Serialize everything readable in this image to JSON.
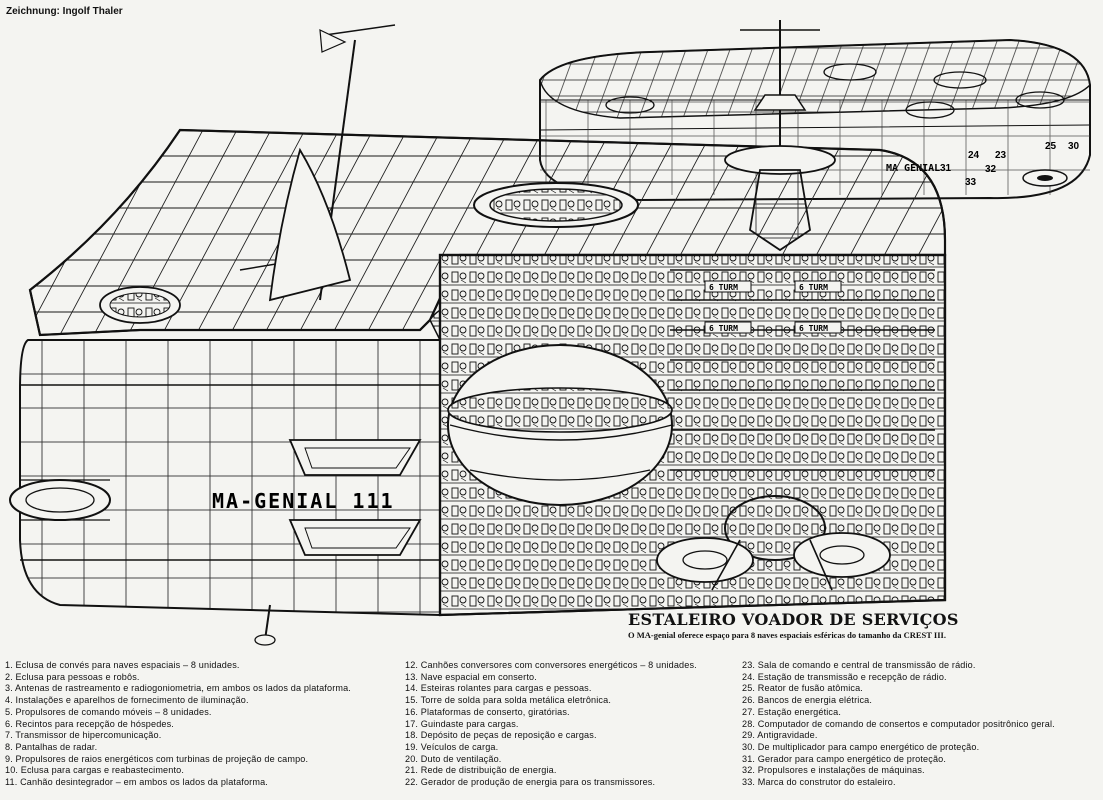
{
  "credit": "Zeichnung: Ingolf Thaler",
  "title": "ESTALEIRO VOADOR DE SERVIÇOS",
  "subtitle": "O MA-genial oferece espaço para 8 naves espaciais esféricas do tamanho da CREST III.",
  "hull_marking": "MA-GENIAL 111",
  "rear_marking": "MA GENIAL",
  "tower_label": "6 TURM",
  "rear_numbers": [
    "31",
    "24",
    "23",
    "25",
    "30",
    "32",
    "33"
  ],
  "legend": [
    [
      "1. Eclusa de convés para naves espaciais – 8 unidades.",
      "2. Eclusa para pessoas e robôs.",
      "3. Antenas de rastreamento e radiogoniometria, em ambos os lados da plataforma.",
      "4. Instalações e aparelhos de fornecimento de iluminação.",
      "5. Propulsores de comando móveis – 8 unidades.",
      "6. Recintos para recepção de hóspedes.",
      "7. Transmissor de hipercomunicação.",
      "8. Pantalhas de radar.",
      "9. Propulsores de raios energéticos com turbinas de projeção de campo.",
      "10. Eclusa para cargas e reabastecimento.",
      "11. Canhão desintegrador – em ambos os lados da plataforma."
    ],
    [
      "12. Canhões conversores com conversores energéticos – 8 unidades.",
      "13. Nave espacial em conserto.",
      "14. Esteiras rolantes para cargas e pessoas.",
      "15. Torre de solda para solda metálica eletrônica.",
      "16. Plataformas de conserto, giratórias.",
      "17. Guindaste para cargas.",
      "18. Depósito de peças de reposição e cargas.",
      "19. Veículos de carga.",
      "20. Duto de ventilação.",
      "21. Rede de distribuição de energia.",
      "22. Gerador de produção de energia para os transmissores."
    ],
    [
      "23. Sala de comando e central de transmissão de rádio.",
      "24. Estação de transmissão e recepção de rádio.",
      "25. Reator de fusão atômica.",
      "26. Bancos de energia elétrica.",
      "27. Estação energética.",
      "28. Computador de comando de consertos e computador positrônico geral.",
      "29. Antigravidade.",
      "30. De multiplicador para campo energético de proteção.",
      "31. Gerador para campo energético de proteção.",
      "32. Propulsores e instalações de máquinas.",
      "33. Marca do construtor do estaleiro."
    ]
  ]
}
